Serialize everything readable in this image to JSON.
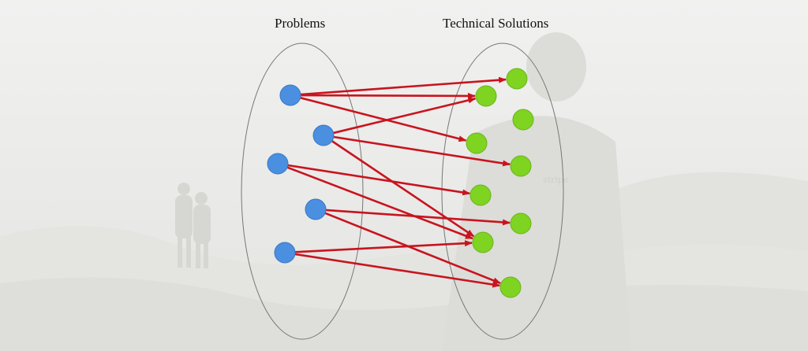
{
  "labels": {
    "problems": "Problems",
    "solutions": "Technical Solutions"
  },
  "background": {
    "photo": "faded-misty-landscape-with-people",
    "shirt_text": "stripe"
  },
  "colors": {
    "problem_node": "#4a8fe0",
    "solution_node": "#7fd321",
    "arrow": "#c8141e",
    "set_outline": "#777777"
  },
  "diagram": {
    "problems": [
      "p1",
      "p2",
      "p3",
      "p4",
      "p5"
    ],
    "solutions": [
      "s1",
      "s2",
      "s3",
      "s4",
      "s5",
      "s6",
      "s7",
      "s8"
    ],
    "mappings": [
      [
        "p1",
        "s1"
      ],
      [
        "p1",
        "s2"
      ],
      [
        "p1",
        "s4"
      ],
      [
        "p2",
        "s2"
      ],
      [
        "p2",
        "s5"
      ],
      [
        "p2",
        "s7"
      ],
      [
        "p3",
        "s6"
      ],
      [
        "p3",
        "s7"
      ],
      [
        "p4",
        "s8"
      ],
      [
        "p4",
        "s3"
      ],
      [
        "p5",
        "s7"
      ],
      [
        "p5",
        "s8"
      ]
    ]
  }
}
